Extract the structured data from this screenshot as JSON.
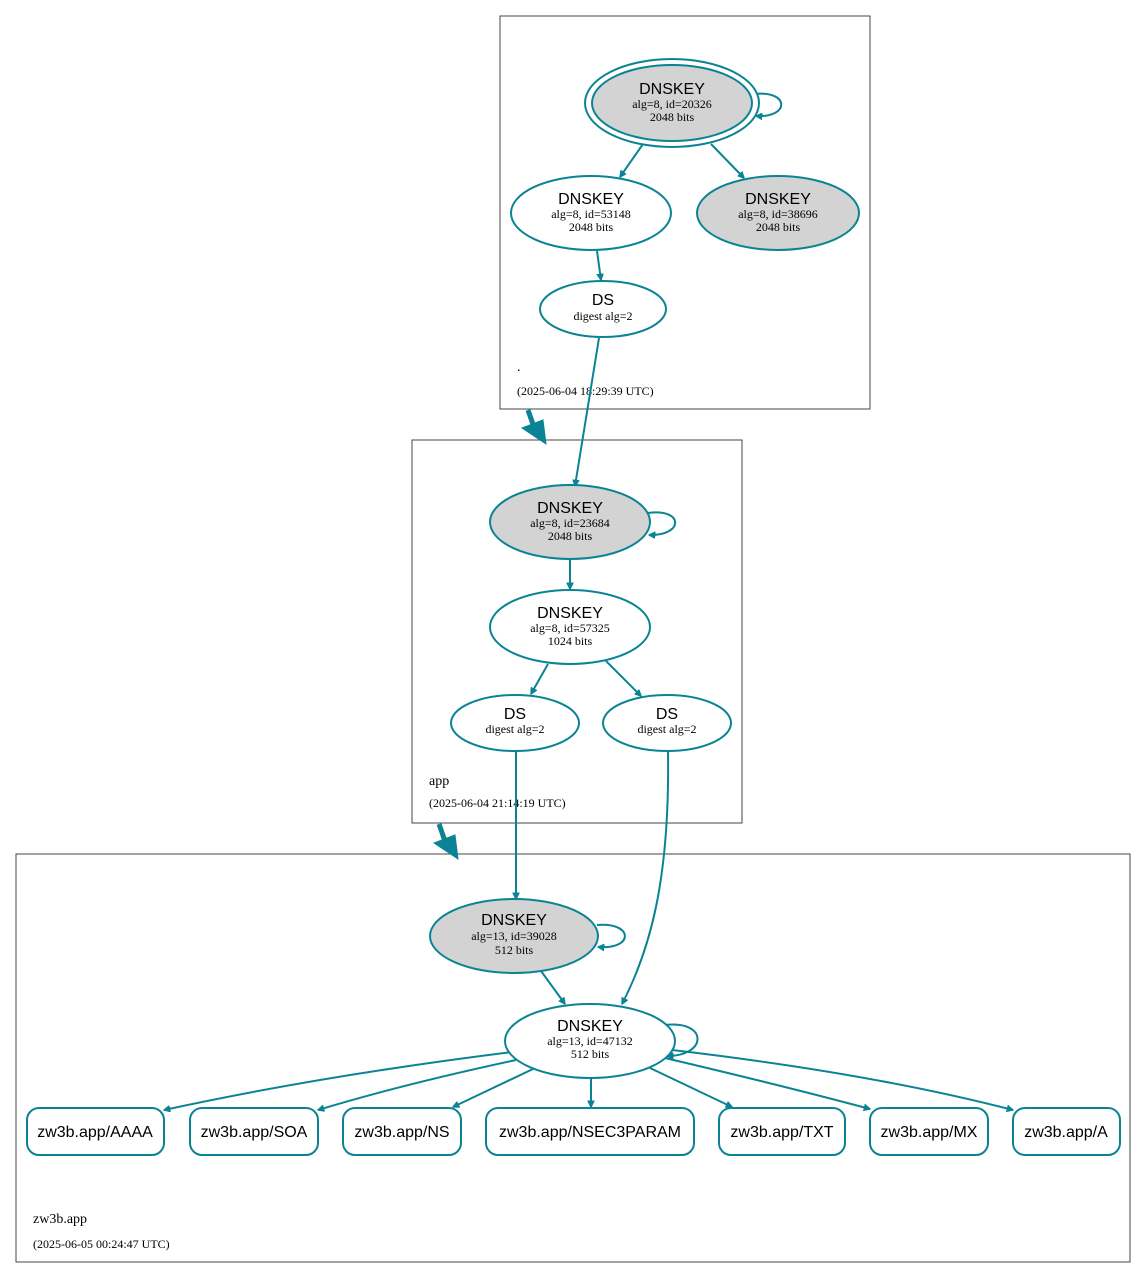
{
  "zones": {
    "root": {
      "name": ".",
      "timestamp": "(2025-06-04 18:29:39 UTC)"
    },
    "app": {
      "name": "app",
      "timestamp": "(2025-06-04 21:14:19 UTC)"
    },
    "zw3b": {
      "name": "zw3b.app",
      "timestamp": "(2025-06-05 00:24:47 UTC)"
    }
  },
  "nodes": {
    "root_ksk": {
      "title": "DNSKEY",
      "line1": "alg=8, id=20326",
      "line2": "2048 bits"
    },
    "root_zsk1": {
      "title": "DNSKEY",
      "line1": "alg=8, id=53148",
      "line2": "2048 bits"
    },
    "root_zsk2": {
      "title": "DNSKEY",
      "line1": "alg=8, id=38696",
      "line2": "2048 bits"
    },
    "root_ds": {
      "title": "DS",
      "line1": "digest alg=2"
    },
    "app_ksk": {
      "title": "DNSKEY",
      "line1": "alg=8, id=23684",
      "line2": "2048 bits"
    },
    "app_zsk": {
      "title": "DNSKEY",
      "line1": "alg=8, id=57325",
      "line2": "1024 bits"
    },
    "app_ds1": {
      "title": "DS",
      "line1": "digest alg=2"
    },
    "app_ds2": {
      "title": "DS",
      "line1": "digest alg=2"
    },
    "zw_ksk": {
      "title": "DNSKEY",
      "line1": "alg=13, id=39028",
      "line2": "512 bits"
    },
    "zw_zsk": {
      "title": "DNSKEY",
      "line1": "alg=13, id=47132",
      "line2": "512 bits"
    }
  },
  "records": [
    "zw3b.app/AAAA",
    "zw3b.app/SOA",
    "zw3b.app/NS",
    "zw3b.app/NSEC3PARAM",
    "zw3b.app/TXT",
    "zw3b.app/MX",
    "zw3b.app/A"
  ],
  "colors": {
    "edge": "#0a8494",
    "sep_node_fill": "#d3d3d3",
    "plain_node_fill": "#ffffff",
    "zone_border": "#444444"
  }
}
